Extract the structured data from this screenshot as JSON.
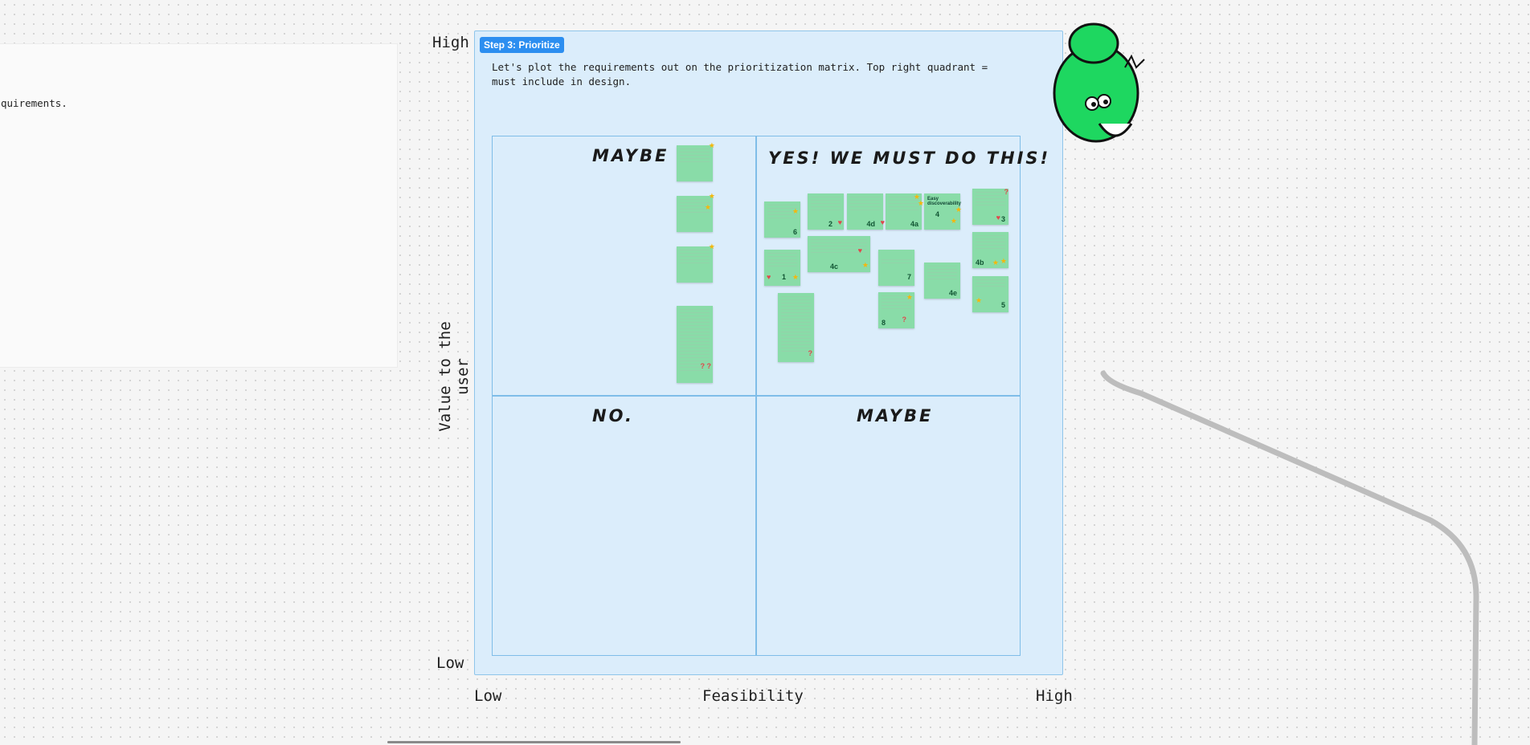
{
  "left_panel": {
    "fragment": "quirements."
  },
  "axes": {
    "y_label": "Value to the user",
    "y_high": "High",
    "y_low": "Low",
    "x_label": "Feasibility",
    "x_low": "Low",
    "x_high": "High"
  },
  "frame": {
    "step_badge": "Step 3: Prioritize",
    "instructions": "Let's plot the requirements out on the prioritization matrix. Top right quadrant = must include in design."
  },
  "quadrants": {
    "top_left": "MAYBE",
    "top_right": "YES! WE MUST DO THIS!",
    "bottom_left": "NO.",
    "bottom_right": "MAYBE"
  },
  "stickies": {
    "n6": "6",
    "n2": "2",
    "n4d": "4d",
    "n4a": "4a",
    "n4": "4",
    "n3": "3",
    "n4b": "4b",
    "n1": "1",
    "n4c": "4c",
    "n7": "7",
    "n4e": "4e",
    "n5": "5",
    "n8": "8",
    "title_4": "Easy discoverability"
  },
  "colors": {
    "frame": "#dbedfb",
    "sticky": "#89dca8",
    "badge": "#2c8ef0",
    "mascot": "#1ed760"
  }
}
